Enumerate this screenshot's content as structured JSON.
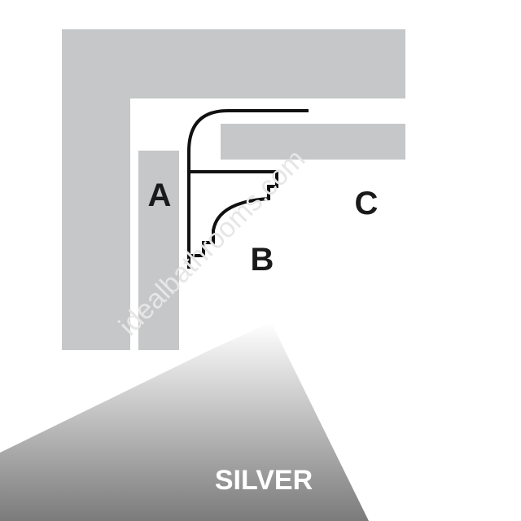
{
  "labels": {
    "a": "A",
    "b": "B",
    "c": "C"
  },
  "finish": {
    "label": "SILVER"
  },
  "watermark": {
    "text": "idealbathrooms.com"
  },
  "colors": {
    "background": "#ffffff",
    "wall_panel": "#c5c7c8",
    "profile_outline": "#111111",
    "label_text": "#1a1a1a",
    "finish_label_text": "#ffffff",
    "gradient_dark": "#7b7b7b",
    "gradient_light": "#ffffff",
    "watermark": "#e6e6e6"
  }
}
